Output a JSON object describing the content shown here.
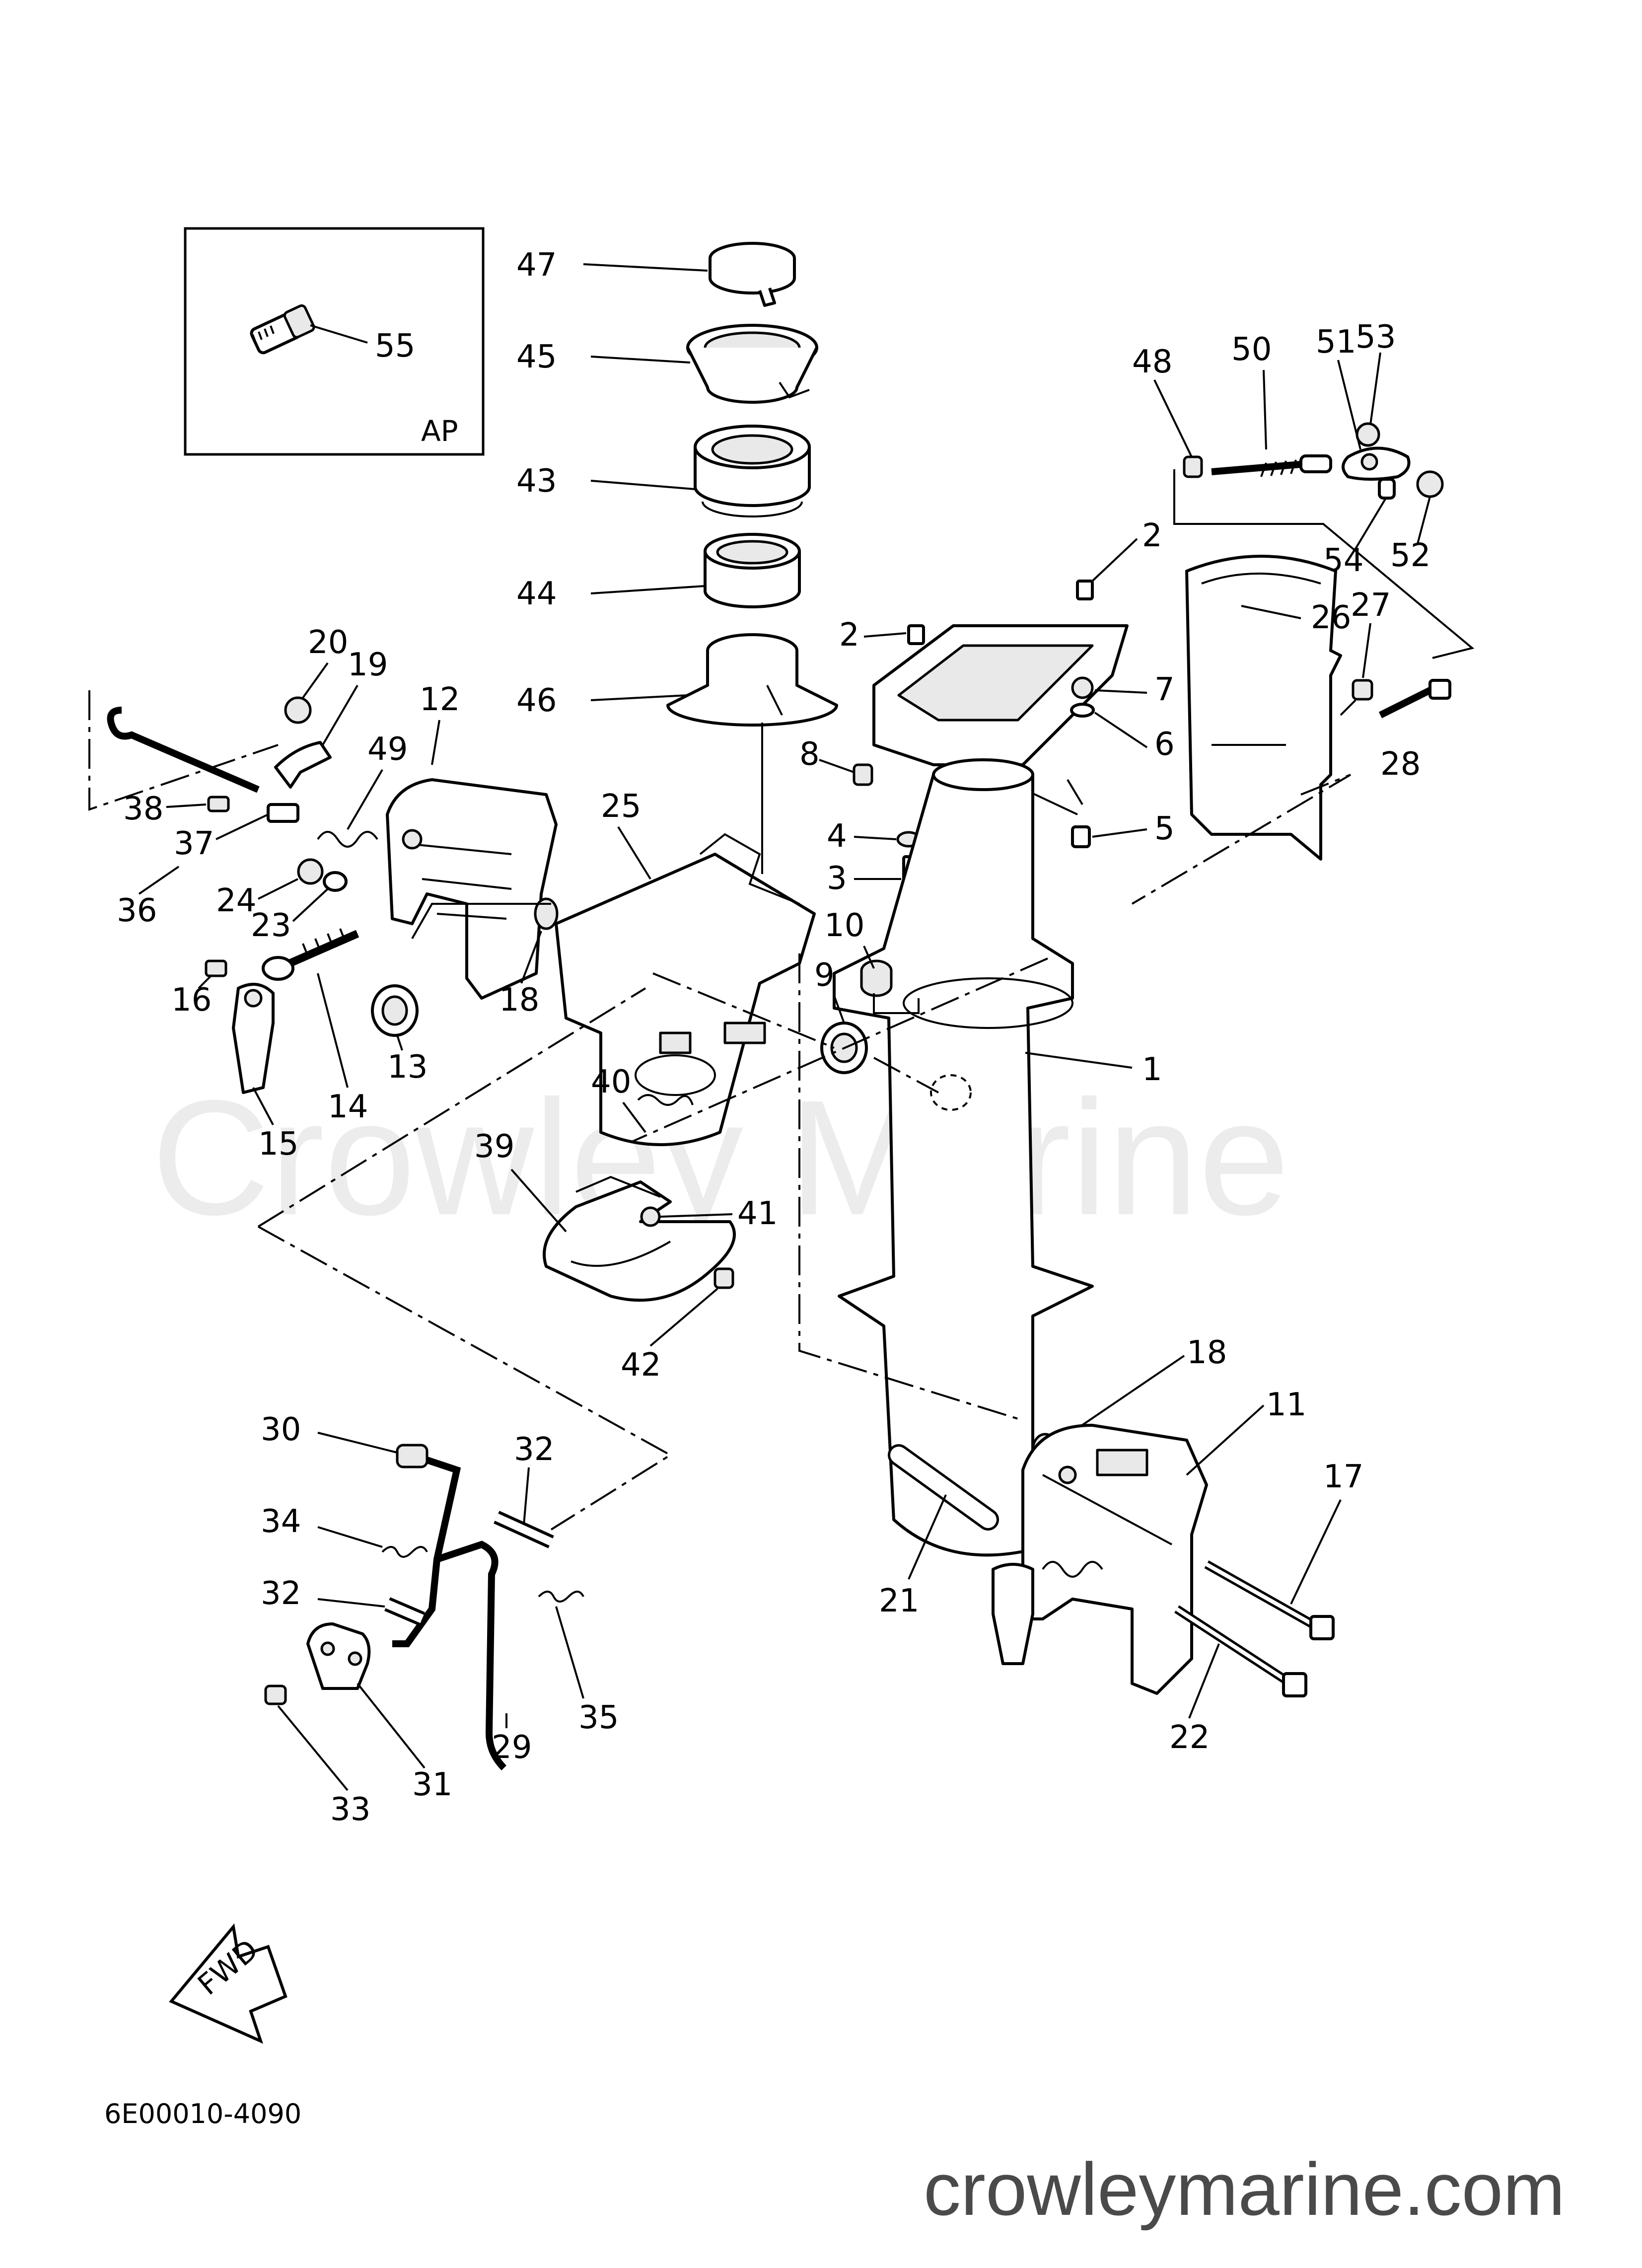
{
  "watermark": "Crowley Marine",
  "website": "crowleymarine.com",
  "diagram_code": "6E00010-4090",
  "inset_label": "AP",
  "fwd_label": "FWD",
  "callouts": [
    {
      "id": "c47",
      "label": "47"
    },
    {
      "id": "c45",
      "label": "45"
    },
    {
      "id": "c43",
      "label": "43"
    },
    {
      "id": "c44",
      "label": "44"
    },
    {
      "id": "c46",
      "label": "46"
    },
    {
      "id": "c55",
      "label": "55"
    },
    {
      "id": "c48",
      "label": "48"
    },
    {
      "id": "c50",
      "label": "50"
    },
    {
      "id": "c51",
      "label": "51"
    },
    {
      "id": "c53",
      "label": "53"
    },
    {
      "id": "c54",
      "label": "54"
    },
    {
      "id": "c52",
      "label": "52"
    },
    {
      "id": "c2a",
      "label": "2"
    },
    {
      "id": "c2b",
      "label": "2"
    },
    {
      "id": "c26",
      "label": "26"
    },
    {
      "id": "c27",
      "label": "27"
    },
    {
      "id": "c7",
      "label": "7"
    },
    {
      "id": "c6",
      "label": "6"
    },
    {
      "id": "c8",
      "label": "8"
    },
    {
      "id": "c28",
      "label": "28"
    },
    {
      "id": "c4",
      "label": "4"
    },
    {
      "id": "c5",
      "label": "5"
    },
    {
      "id": "c3",
      "label": "3"
    },
    {
      "id": "c10",
      "label": "10"
    },
    {
      "id": "c9",
      "label": "9"
    },
    {
      "id": "c1",
      "label": "1"
    },
    {
      "id": "c20",
      "label": "20"
    },
    {
      "id": "c19",
      "label": "19"
    },
    {
      "id": "c12",
      "label": "12"
    },
    {
      "id": "c49",
      "label": "49"
    },
    {
      "id": "c38",
      "label": "38"
    },
    {
      "id": "c37",
      "label": "37"
    },
    {
      "id": "c36",
      "label": "36"
    },
    {
      "id": "c24",
      "label": "24"
    },
    {
      "id": "c23",
      "label": "23"
    },
    {
      "id": "c25",
      "label": "25"
    },
    {
      "id": "c18a",
      "label": "18"
    },
    {
      "id": "c16",
      "label": "16"
    },
    {
      "id": "c13",
      "label": "13"
    },
    {
      "id": "c14",
      "label": "14"
    },
    {
      "id": "c15",
      "label": "15"
    },
    {
      "id": "c40",
      "label": "40"
    },
    {
      "id": "c39",
      "label": "39"
    },
    {
      "id": "c41",
      "label": "41"
    },
    {
      "id": "c42",
      "label": "42"
    },
    {
      "id": "c18b",
      "label": "18"
    },
    {
      "id": "c11",
      "label": "11"
    },
    {
      "id": "c17",
      "label": "17"
    },
    {
      "id": "c30",
      "label": "30"
    },
    {
      "id": "c32a",
      "label": "32"
    },
    {
      "id": "c34",
      "label": "34"
    },
    {
      "id": "c32b",
      "label": "32"
    },
    {
      "id": "c21",
      "label": "21"
    },
    {
      "id": "c35",
      "label": "35"
    },
    {
      "id": "c29",
      "label": "29"
    },
    {
      "id": "c31",
      "label": "31"
    },
    {
      "id": "c33",
      "label": "33"
    },
    {
      "id": "c22",
      "label": "22"
    }
  ]
}
